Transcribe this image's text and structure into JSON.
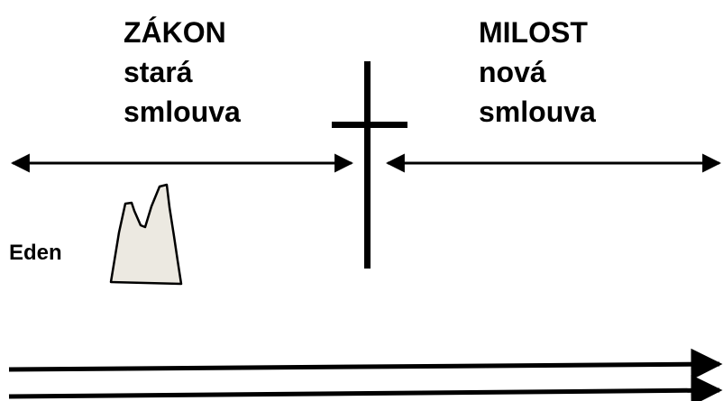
{
  "law": {
    "title": "ZÁKON",
    "line2": "stará",
    "line3": "smlouva"
  },
  "grace": {
    "title": "MILOST",
    "line2": "nová",
    "line3": "smlouva"
  },
  "eden": {
    "label": "Eden"
  },
  "colors": {
    "ink": "#000000",
    "mountain_fill": "#ece9e1"
  },
  "icons": {
    "cross": "cross-icon",
    "mountain": "mountain-icon"
  }
}
